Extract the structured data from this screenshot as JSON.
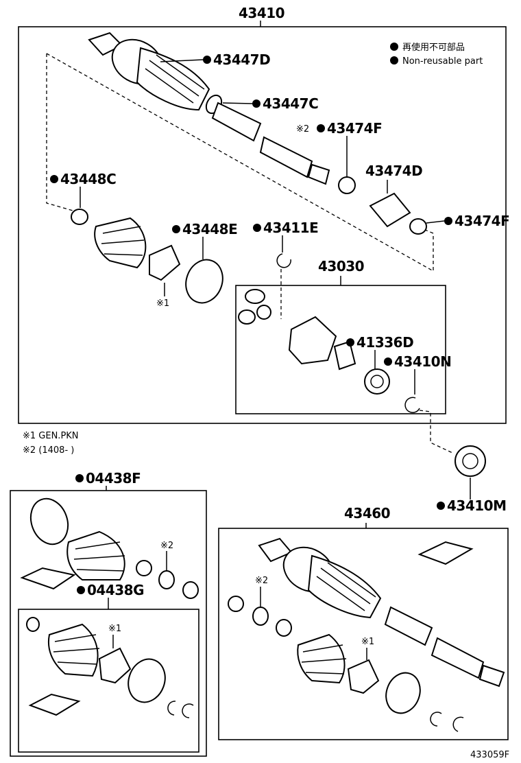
{
  "labels": {
    "assy_main": "43410",
    "p_43447D": "43447D",
    "p_43447C": "43447C",
    "p_43474F_a": "43474F",
    "p_43474D": "43474D",
    "p_43474F_b": "43474F",
    "p_43448C": "43448C",
    "p_43448E": "43448E",
    "p_43411E": "43411E",
    "p_43030": "43030",
    "p_41336D": "41336D",
    "p_43410N": "43410N",
    "p_43410M": "43410M",
    "p_04438F": "04438F",
    "p_04438G": "04438G",
    "p_43460": "43460",
    "ref_code": "433059F"
  },
  "legend": {
    "jp": "再使用不可部品",
    "en": "Non-reusable part"
  },
  "notes": {
    "mark": "※",
    "note1": "※1 GEN.PKN",
    "note2": "※2 (1408-         )",
    "m1": "※1",
    "m2": "※2"
  }
}
